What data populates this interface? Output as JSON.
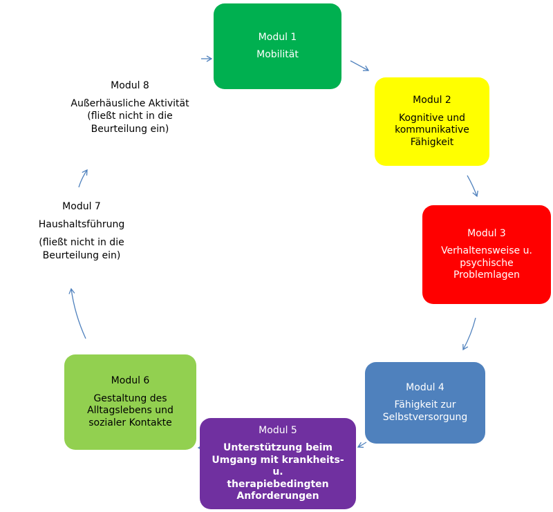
{
  "modules": [
    {
      "title": "Modul 1",
      "lines": [
        "Mobilität"
      ],
      "color": "#00b050",
      "text_color": "#ffffff"
    },
    {
      "title": "Modul 2",
      "lines": [
        "Kognitive und",
        "kommunikative",
        "Fähigkeit"
      ],
      "color": "#ffff00",
      "text_color": "#000000"
    },
    {
      "title": "Modul 3",
      "lines": [
        "Verhaltensweise u.",
        "psychische",
        "Problemlagen"
      ],
      "color": "#ff0000",
      "text_color": "#ffffff"
    },
    {
      "title": "Modul 4",
      "lines": [
        "Fähigkeit zur",
        "Selbstversorgung"
      ],
      "color": "#4f81bd",
      "text_color": "#ffffff"
    },
    {
      "title": "Modul 5",
      "lines": [
        "Unterstützung beim",
        "Umgang mit krankheits-u.",
        "therapiebedingten",
        "Anforderungen"
      ],
      "color": "#7030a0",
      "text_color": "#ffffff"
    },
    {
      "title": "Modul 6",
      "lines": [
        "Gestaltung des",
        "Alltagslebens und",
        "sozialer Kontakte"
      ],
      "color": "#92d050",
      "text_color": "#000000"
    },
    {
      "title": "Modul 7",
      "lines": [
        "Haushaltsführung",
        "(fließt nicht in die",
        "Beurteilung ein)"
      ]
    },
    {
      "title": "Modul 8",
      "lines": [
        "Außerhäusliche Aktivität",
        "(fließt nicht in die",
        "Beurteilung ein)"
      ]
    }
  ],
  "arrow_color": "#4f81bd"
}
